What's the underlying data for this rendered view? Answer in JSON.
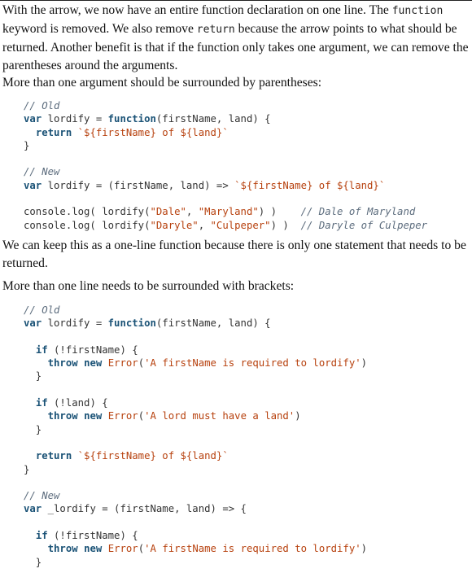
{
  "para1": {
    "text_a": "With the arrow, we now have an entire function declaration on one line. The ",
    "code_a": "function",
    "text_b": " keyword is removed. We also remove ",
    "code_b": "return",
    "text_c": " because the arrow points to what should be returned. Another benefit is that if the function only takes one argument, we can remove the parentheses around the arguments."
  },
  "para2": "More than one argument should be surrounded by parentheses:",
  "code1": [
    [
      [
        "cm",
        "// Old"
      ]
    ],
    [
      [
        "kw",
        "var"
      ],
      [
        "",
        " lordify = "
      ],
      [
        "kw",
        "function"
      ],
      [
        "",
        "(firstName, land) {"
      ]
    ],
    [
      [
        "",
        "  "
      ],
      [
        "kw",
        "return"
      ],
      [
        "",
        " "
      ],
      [
        "str",
        "`${firstName} of ${land}`"
      ]
    ],
    [
      [
        "",
        "}"
      ]
    ],
    [
      [
        "",
        ""
      ]
    ],
    [
      [
        "cm",
        "// New"
      ]
    ],
    [
      [
        "kw",
        "var"
      ],
      [
        "",
        " lordify = (firstName, land) => "
      ],
      [
        "str",
        "`${firstName} of ${land}`"
      ]
    ],
    [
      [
        "",
        ""
      ]
    ],
    [
      [
        "",
        "console.log( lordify("
      ],
      [
        "str",
        "\"Dale\""
      ],
      [
        "",
        ", "
      ],
      [
        "str",
        "\"Maryland\""
      ],
      [
        "",
        ") )    "
      ],
      [
        "cm",
        "// Dale of Maryland"
      ]
    ],
    [
      [
        "",
        "console.log( lordify("
      ],
      [
        "str",
        "\"Daryle\""
      ],
      [
        "",
        ", "
      ],
      [
        "str",
        "\"Culpeper\""
      ],
      [
        "",
        ") )  "
      ],
      [
        "cm",
        "// Daryle of Culpeper"
      ]
    ]
  ],
  "para3": "We can keep this as a one-line function because there is only one statement that needs to be returned.",
  "para4": "More than one line needs to be surrounded with brackets:",
  "code2": [
    [
      [
        "cm",
        "// Old"
      ]
    ],
    [
      [
        "kw",
        "var"
      ],
      [
        "",
        " lordify = "
      ],
      [
        "kw",
        "function"
      ],
      [
        "",
        "(firstName, land) {"
      ]
    ],
    [
      [
        "",
        ""
      ]
    ],
    [
      [
        "",
        "  "
      ],
      [
        "kw",
        "if"
      ],
      [
        "",
        " (!firstName) {"
      ]
    ],
    [
      [
        "",
        "    "
      ],
      [
        "kw",
        "throw"
      ],
      [
        "",
        " "
      ],
      [
        "kw",
        "new"
      ],
      [
        "",
        " "
      ],
      [
        "str",
        "Error"
      ],
      [
        "",
        "("
      ],
      [
        "str",
        "'A firstName is required to lordify'"
      ],
      [
        "",
        ")"
      ]
    ],
    [
      [
        "",
        "  }"
      ]
    ],
    [
      [
        "",
        ""
      ]
    ],
    [
      [
        "",
        "  "
      ],
      [
        "kw",
        "if"
      ],
      [
        "",
        " (!land) {"
      ]
    ],
    [
      [
        "",
        "    "
      ],
      [
        "kw",
        "throw"
      ],
      [
        "",
        " "
      ],
      [
        "kw",
        "new"
      ],
      [
        "",
        " "
      ],
      [
        "str",
        "Error"
      ],
      [
        "",
        "("
      ],
      [
        "str",
        "'A lord must have a land'"
      ],
      [
        "",
        ")"
      ]
    ],
    [
      [
        "",
        "  }"
      ]
    ],
    [
      [
        "",
        ""
      ]
    ],
    [
      [
        "",
        "  "
      ],
      [
        "kw",
        "return"
      ],
      [
        "",
        " "
      ],
      [
        "str",
        "`${firstName} of ${land}`"
      ]
    ],
    [
      [
        "",
        "}"
      ]
    ],
    [
      [
        "",
        ""
      ]
    ],
    [
      [
        "cm",
        "// New"
      ]
    ],
    [
      [
        "kw",
        "var"
      ],
      [
        "",
        " _lordify = (firstName, land) => {"
      ]
    ],
    [
      [
        "",
        ""
      ]
    ],
    [
      [
        "",
        "  "
      ],
      [
        "kw",
        "if"
      ],
      [
        "",
        " (!firstName) {"
      ]
    ],
    [
      [
        "",
        "    "
      ],
      [
        "kw",
        "throw"
      ],
      [
        "",
        " "
      ],
      [
        "kw",
        "new"
      ],
      [
        "",
        " "
      ],
      [
        "str",
        "Error"
      ],
      [
        "",
        "("
      ],
      [
        "str",
        "'A firstName is required to lordify'"
      ],
      [
        "",
        ")"
      ]
    ],
    [
      [
        "",
        "  }"
      ]
    ]
  ]
}
